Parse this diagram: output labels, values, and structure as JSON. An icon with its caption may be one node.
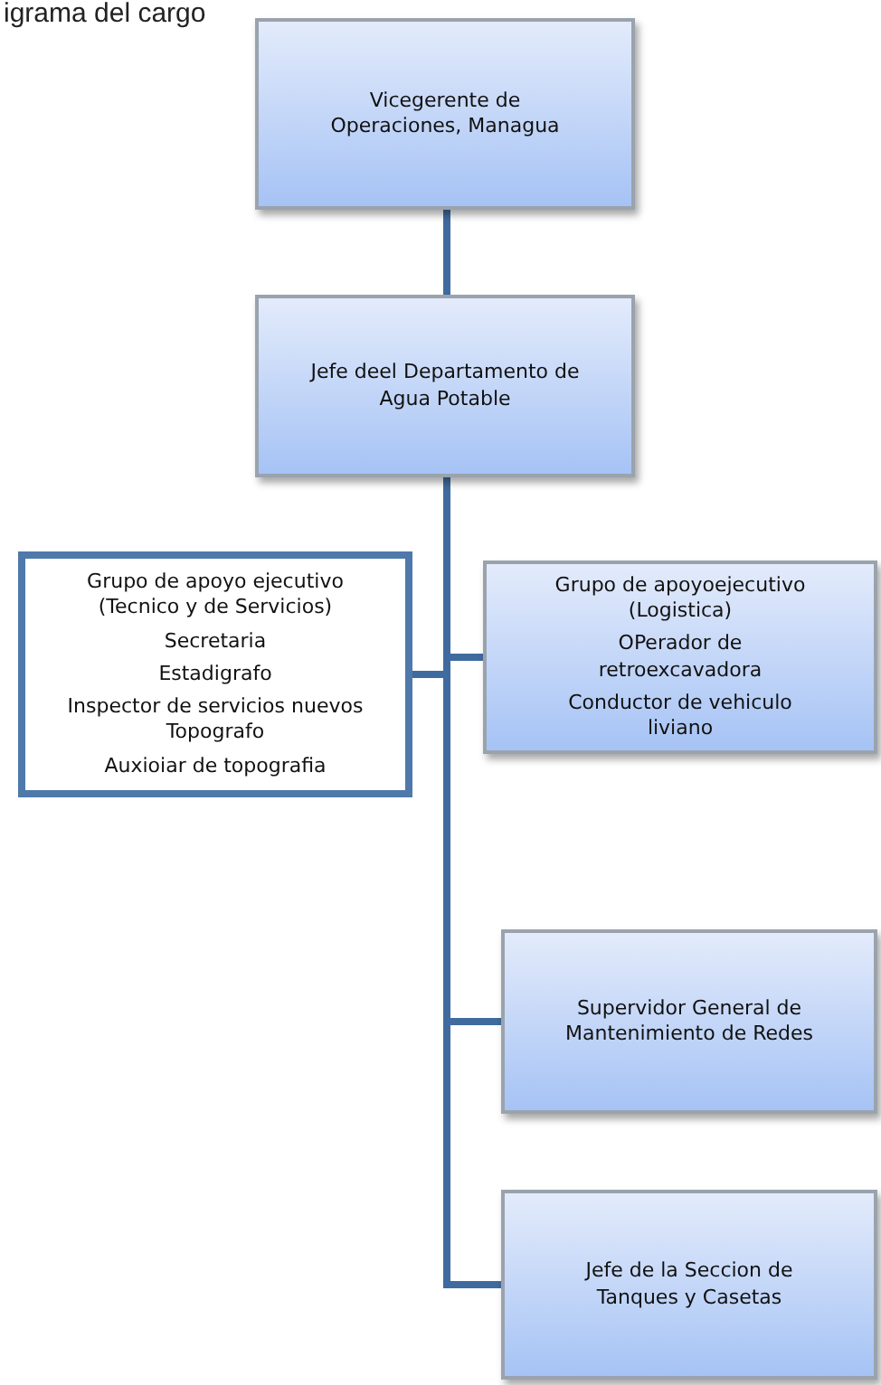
{
  "diagram": {
    "title": "igrama del cargo",
    "nodes": [
      {
        "text": [
          "Vicegerente de Operaciones, Managua"
        ]
      },
      {
        "text": [
          "Jefe deel Departamento de Agua Potable"
        ]
      },
      {
        "text": [
          "Grupo de apoyo ejecutivo (Tecnico y de Servicios)",
          "Secretaria",
          "Estadigrafo",
          "Inspector de servicios nuevos Topografo",
          "Auxioiar de topografia"
        ]
      },
      {
        "text": [
          "Grupo de apoyoejecutivo (Logistica)",
          "OPerador de retroexcavadora",
          "Conductor de vehiculo liviano"
        ]
      },
      {
        "text": [
          "Supervidor General de Mantenimiento de Redes"
        ]
      },
      {
        "text": [
          "Jefe de la Seccion de Tanques y Casetas"
        ]
      }
    ],
    "edges": [
      {
        "from": 0,
        "to": 1,
        "arrow": "none"
      },
      {
        "from": 1,
        "to": 2,
        "arrow": "none"
      },
      {
        "from": 1,
        "to": 3,
        "arrow": "none"
      },
      {
        "from": 1,
        "to": 4,
        "arrow": "none"
      },
      {
        "from": 1,
        "to": 5,
        "arrow": "none"
      }
    ]
  }
}
